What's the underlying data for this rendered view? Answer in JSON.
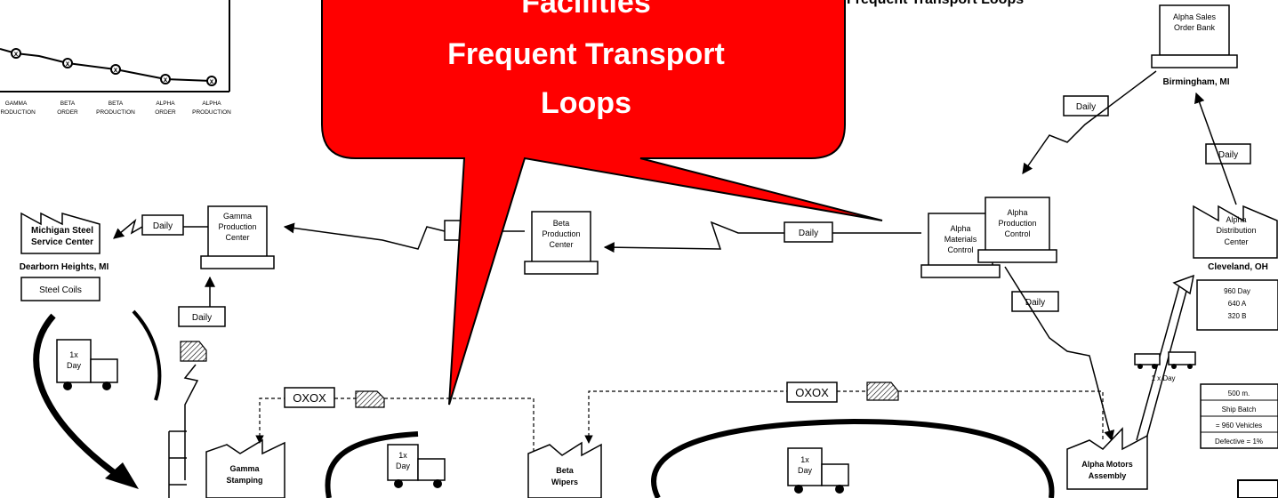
{
  "chart_inset": {
    "x_categories": [
      "GAMMA PRODUCTION",
      "BETA ORDER",
      "BETA PRODUCTION",
      "ALPHA ORDER",
      "ALPHA PRODUCTION"
    ]
  },
  "header_fragment": "Frequent Transport Loops",
  "callout": {
    "line1": "Facilities",
    "line2": "Frequent Transport",
    "line3": "Loops",
    "color": "#ff0000"
  },
  "nodes": {
    "alpha_sales_order_bank": "Alpha Sales Order Bank",
    "birmingham": "Birmingham, MI",
    "alpha_materials_control": "Alpha Materials Control",
    "alpha_production_control": "Alpha Production Control",
    "alpha_distribution_center": "Alpha Distribution Center",
    "cleveland": "Cleveland, OH",
    "beta_production_center": "Beta Production Center",
    "gamma_production_center": "Gamma Production Center",
    "michigan_steel": "Michigan Steel Service Center",
    "dearborn": "Dearborn Heights, MI",
    "steel_coils": "Steel Coils",
    "gamma_stamping": "Gamma Stamping",
    "beta_wipers": "Beta Wipers",
    "alpha_motors": "Alpha Motors Assembly"
  },
  "labels": {
    "daily": "Daily",
    "oxox": "OXOX",
    "one_x": "1x",
    "day": "Day",
    "one_x_day": "1 x Day"
  },
  "cleveland_data": [
    "960 Day",
    "640 A",
    "320 B"
  ],
  "alpha_data": [
    "500 m.",
    "Ship Batch",
    "= 960 Vehicles",
    "Defective = 1%"
  ]
}
